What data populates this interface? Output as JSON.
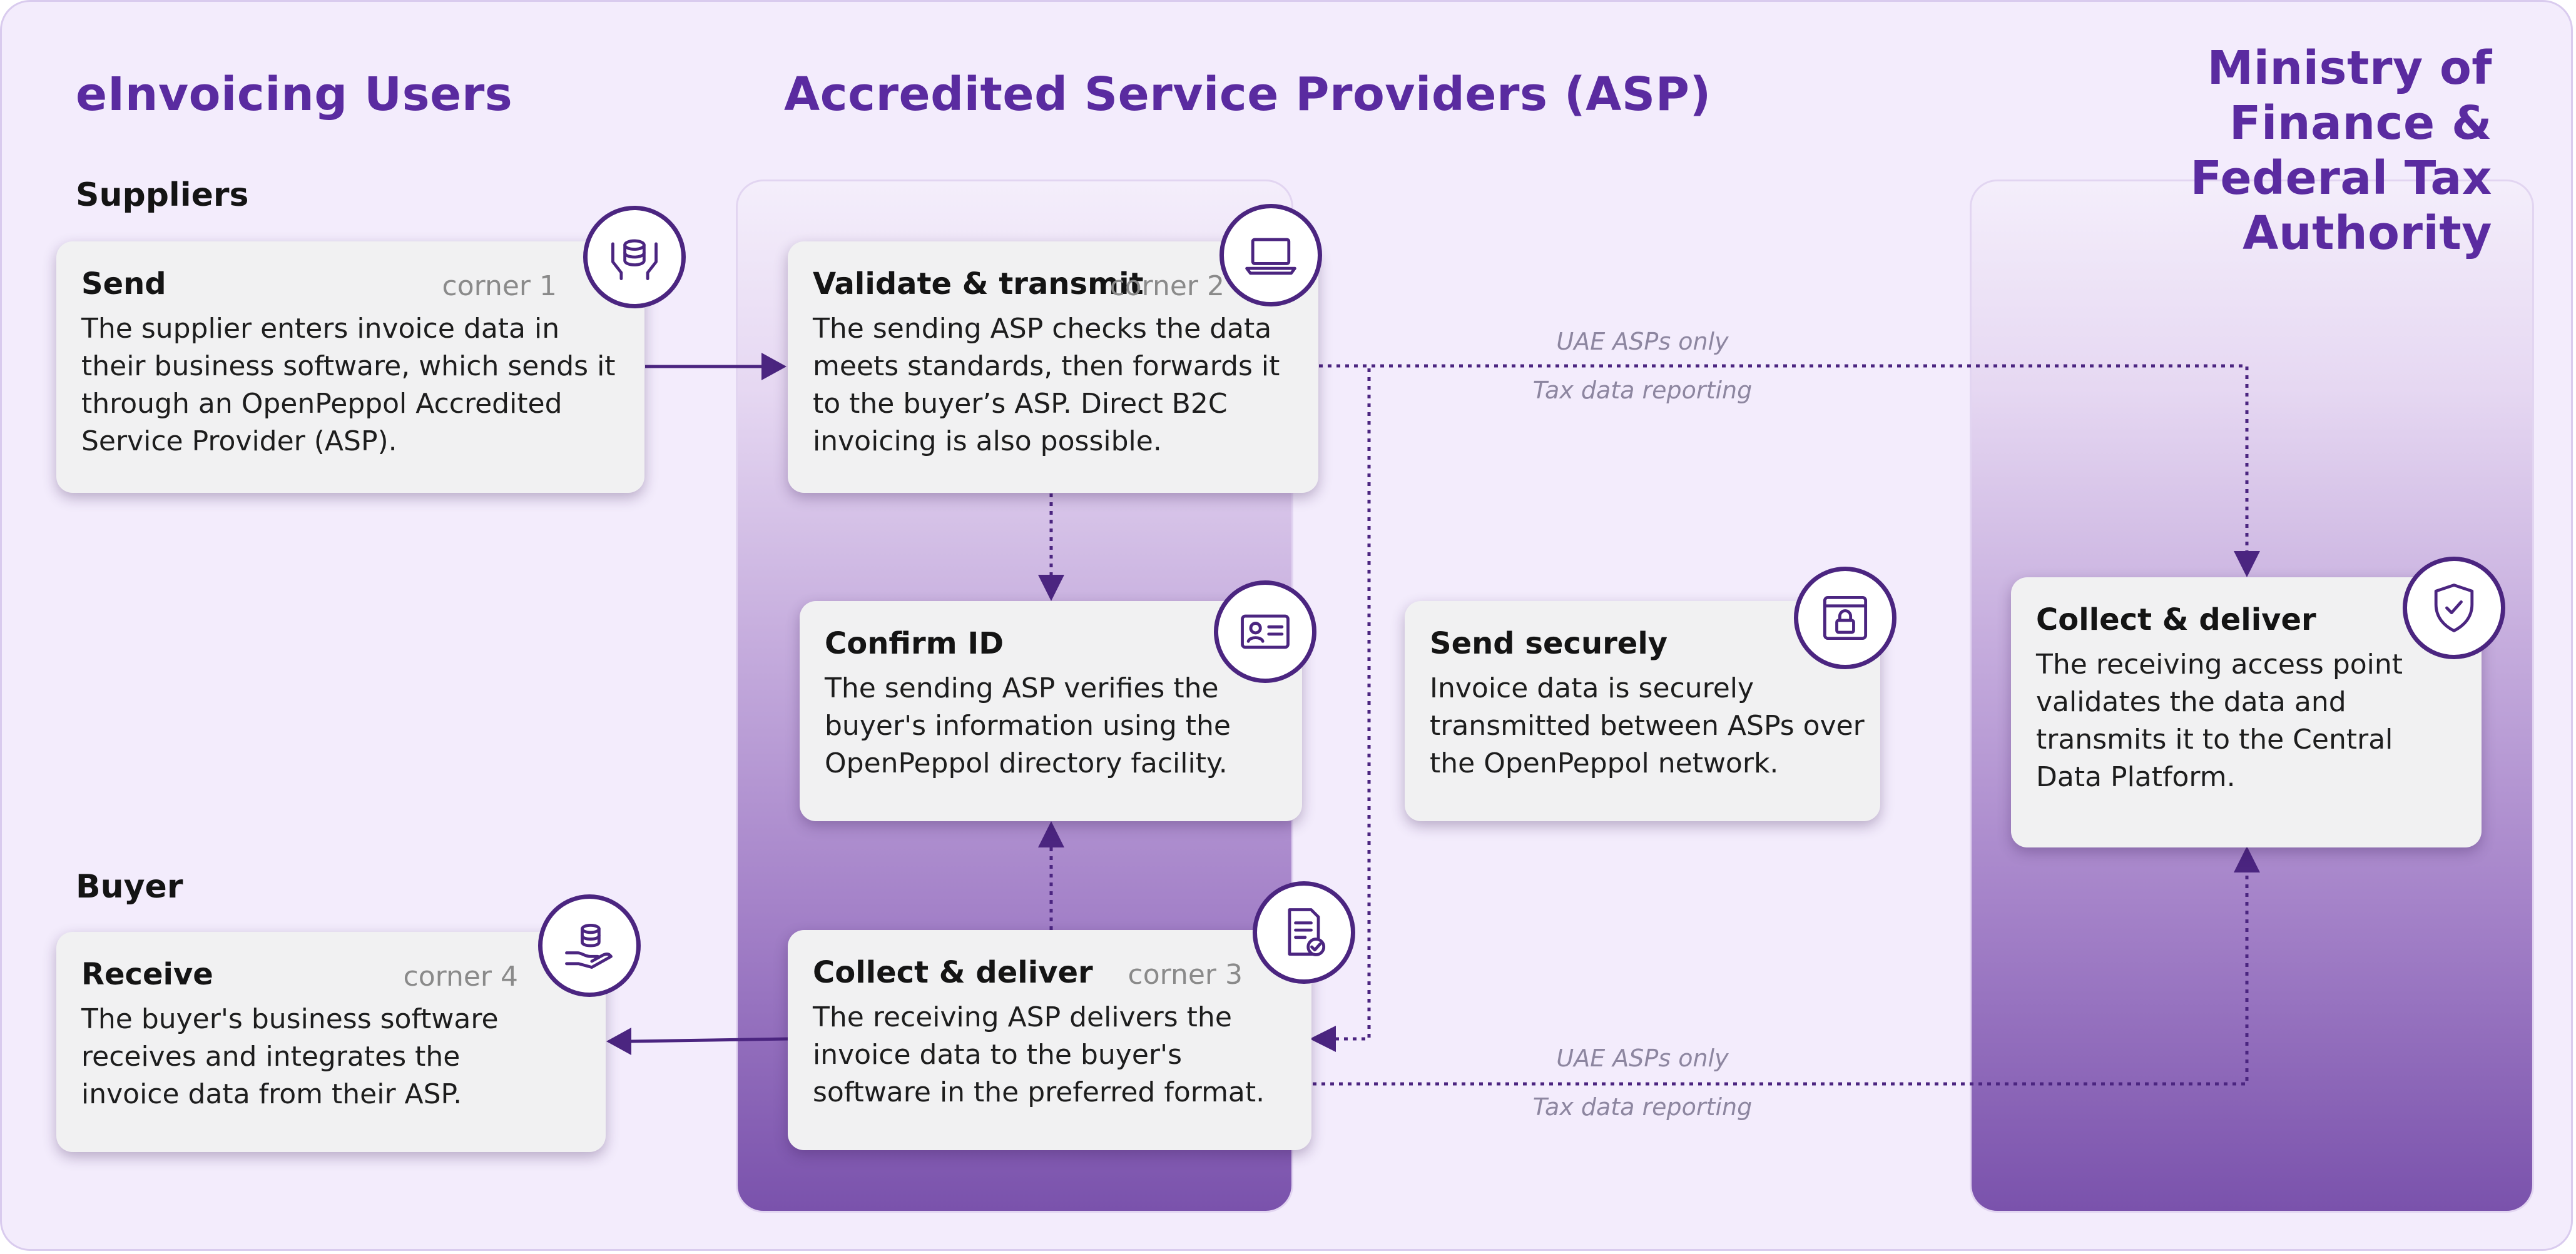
{
  "columns": {
    "users": "eInvoicing Users",
    "asp": "Accredited Service Providers (ASP)",
    "mof_line1": "Ministry of Finance &",
    "mof_line2": "Federal Tax Authority"
  },
  "sections": {
    "suppliers": "Suppliers",
    "buyer": "Buyer"
  },
  "cards": {
    "send": {
      "title": "Send",
      "corner": "corner 1",
      "body": "The supplier enters invoice data in their business software, which sends it through an OpenPeppol Accredited Service Provider (ASP).",
      "icon": "hands-database-icon"
    },
    "validate": {
      "title": "Validate & transmit",
      "corner": "corner 2",
      "body": "The sending ASP checks the data meets standards, then forwards it to the buyer’s ASP. Direct B2C invoicing is also possible.",
      "icon": "laptop-icon"
    },
    "confirm": {
      "title": "Confirm ID",
      "body": "The sending ASP verifies the buyer's information using the OpenPeppol directory facility.",
      "icon": "id-card-icon"
    },
    "send_securely": {
      "title": "Send securely",
      "body": "Invoice data is securely transmitted between ASPs over the OpenPeppol network.",
      "icon": "secure-window-icon"
    },
    "collect_asp": {
      "title": "Collect & deliver",
      "corner": "corner 3",
      "body": "The receiving ASP delivers the invoice data to the buyer's software in the preferred format.",
      "icon": "document-check-icon"
    },
    "receive": {
      "title": "Receive",
      "corner": "corner 4",
      "body": "The buyer's business software receives and integrates the invoice data from their ASP.",
      "icon": "hand-database-icon"
    },
    "collect_mof": {
      "title": "Collect & deliver",
      "body": "The receiving access point validates the data and transmits it to the Central Data Platform.",
      "icon": "shield-check-icon"
    }
  },
  "flow_labels": {
    "top_line1": "UAE ASPs only",
    "top_line2": "Tax data reporting",
    "bottom_line1": "UAE ASPs only",
    "bottom_line2": "Tax data reporting"
  },
  "colors": {
    "accent": "#5a2ba0",
    "arrow": "#4b2580",
    "background": "#f3ecfc"
  }
}
